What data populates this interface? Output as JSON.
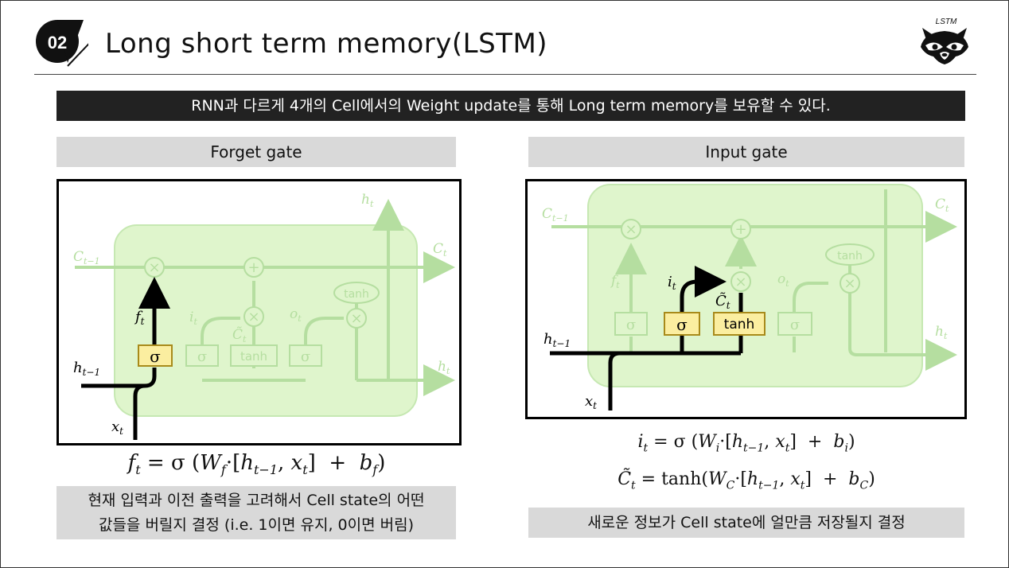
{
  "header": {
    "number": "02",
    "title": "Long short term memory(LSTM)",
    "logo_text": "LSTM"
  },
  "banner": "RNN과 다르게 4개의 Cell에서의 Weight update를 통해 Long term memory를 보유할 수 있다.",
  "forget_gate": {
    "heading": "Forget gate",
    "caption_line1": "현재 입력과 이전 출력을 고려해서 Cell state의 어떤",
    "caption_line2": "값들을 버릴지 결정 (i.e. 1이면 유지, 0이면 버림)",
    "labels": {
      "c_prev": "C",
      "c_prev_sub": "t−1",
      "c_out": "C",
      "c_out_sub": "t",
      "h_top": "h",
      "h_top_sub": "t",
      "h_out": "h",
      "h_out_sub": "t",
      "h_prev": "h",
      "h_prev_sub": "t−1",
      "x": "x",
      "x_sub": "t",
      "f": "f",
      "f_sub": "t",
      "i": "i",
      "i_sub": "t",
      "c_tilde": "C̃",
      "c_tilde_sub": "t",
      "o": "o",
      "o_sub": "t",
      "sigma": "σ",
      "tanh": "tanh",
      "times": "×",
      "plus": "+"
    }
  },
  "input_gate": {
    "heading": "Input gate",
    "caption": "새로운 정보가 Cell state에 얼만큼 저장될지 결정",
    "labels": {
      "c_prev": "C",
      "c_prev_sub": "t−1",
      "c_out": "C",
      "c_out_sub": "t",
      "h_out": "h",
      "h_out_sub": "t",
      "h_prev": "h",
      "h_prev_sub": "t−1",
      "x": "x",
      "x_sub": "t",
      "f": "f",
      "f_sub": "t",
      "i": "i",
      "i_sub": "t",
      "c_tilde": "C̃",
      "c_tilde_sub": "t",
      "o": "o",
      "o_sub": "t",
      "sigma": "σ",
      "tanh": "tanh",
      "times": "×",
      "plus": "+"
    }
  },
  "equations": {
    "forget": "f_t = σ(W_f·[h_{t−1}, x_t] + b_f)",
    "input_i": "i_t = σ(W_i·[h_{t−1}, x_t] + b_i)",
    "input_c": "C̃_t = tanh(W_C·[h_{t−1}, x_t] + b_C)"
  },
  "colors": {
    "cell_fill": "#dff5cc",
    "faded_line": "#b5dea0",
    "gate_fill": "#fbeea0",
    "gate_stroke": "#a88a1a",
    "caption_bg": "#d9d9d9",
    "banner_bg": "#222222"
  }
}
